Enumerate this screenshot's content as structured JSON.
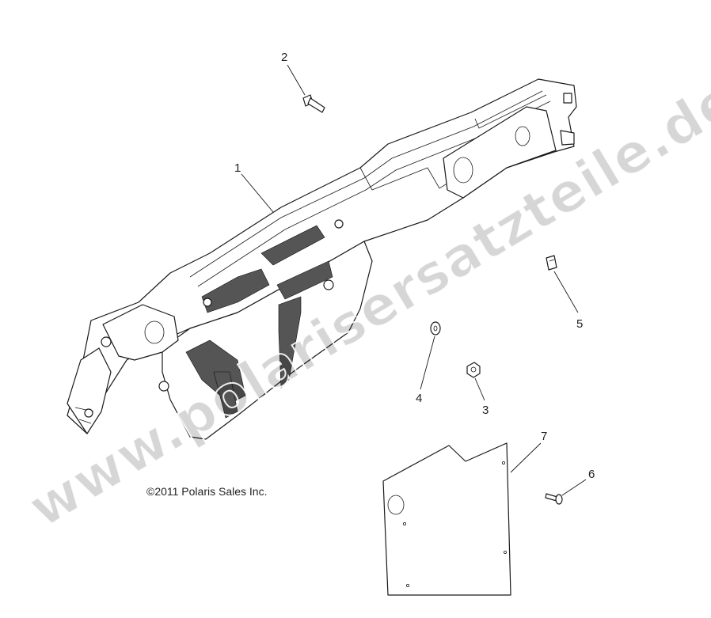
{
  "diagram": {
    "copyright": "©2011 Polaris Sales Inc.",
    "watermark": "www.polarisersatzteile.de",
    "callouts": [
      "1",
      "2",
      "3",
      "4",
      "5",
      "6",
      "7"
    ]
  },
  "colors": {
    "line": "#1a1a1a",
    "background": "#ffffff",
    "watermark": "#c8c8c8"
  }
}
